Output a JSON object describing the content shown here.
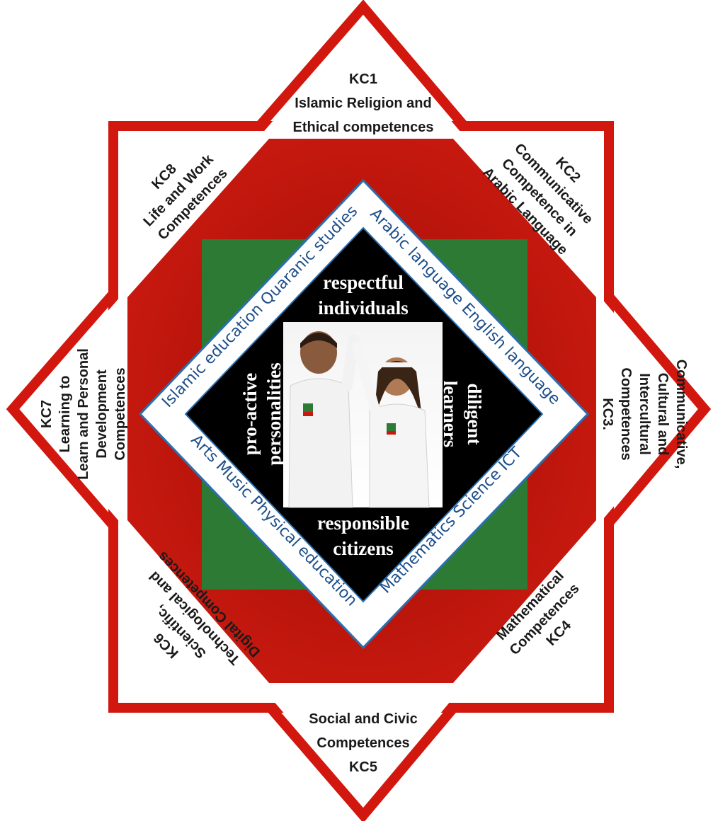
{
  "colors": {
    "star": "#c8190f",
    "octagon": "#b5140b",
    "square": "#2c7a34",
    "diamond_border": "#ffffff",
    "diamond_fill": "#000000"
  },
  "kc1": {
    "lines": [
      "KC1",
      "Islamic Religion and",
      "Ethical competences"
    ]
  },
  "kc2": {
    "lines": [
      "KC2",
      "Communicative",
      "Competence in",
      "Arabic Language"
    ]
  },
  "kc3": {
    "lines": [
      "Communicative,",
      "Cultural and",
      "Intercultural",
      "Competences",
      "KC3."
    ]
  },
  "kc4": {
    "lines": [
      "Mathematical",
      "Competences",
      "KC4"
    ]
  },
  "kc5": {
    "lines": [
      "Social and Civic",
      "Competences",
      "KC5"
    ]
  },
  "kc6": {
    "lines": [
      "KC6",
      "Scientific,",
      "Technological and",
      "Digital Competences"
    ]
  },
  "kc7": {
    "lines": [
      "KC7",
      "Learning to",
      "Learn and Personal",
      "Development",
      "Competences"
    ]
  },
  "kc8": {
    "lines": [
      "KC8",
      "Life and Work",
      "Competences"
    ]
  },
  "subjects": {
    "top_left": "Islamic education   Quaranic studies",
    "top_right": "Arabic language   English language",
    "bottom_right": "Mathematics   Science   ICT",
    "bottom_left": "Arts   Music   Physical education"
  },
  "outcomes": {
    "top": [
      "respectful",
      "individuals"
    ],
    "right": [
      "diligent",
      "learners"
    ],
    "bottom": [
      "responsible",
      "citizens"
    ],
    "left": [
      "pro-active",
      "personalities"
    ]
  },
  "photo": {
    "description_icon": "children-photo"
  }
}
